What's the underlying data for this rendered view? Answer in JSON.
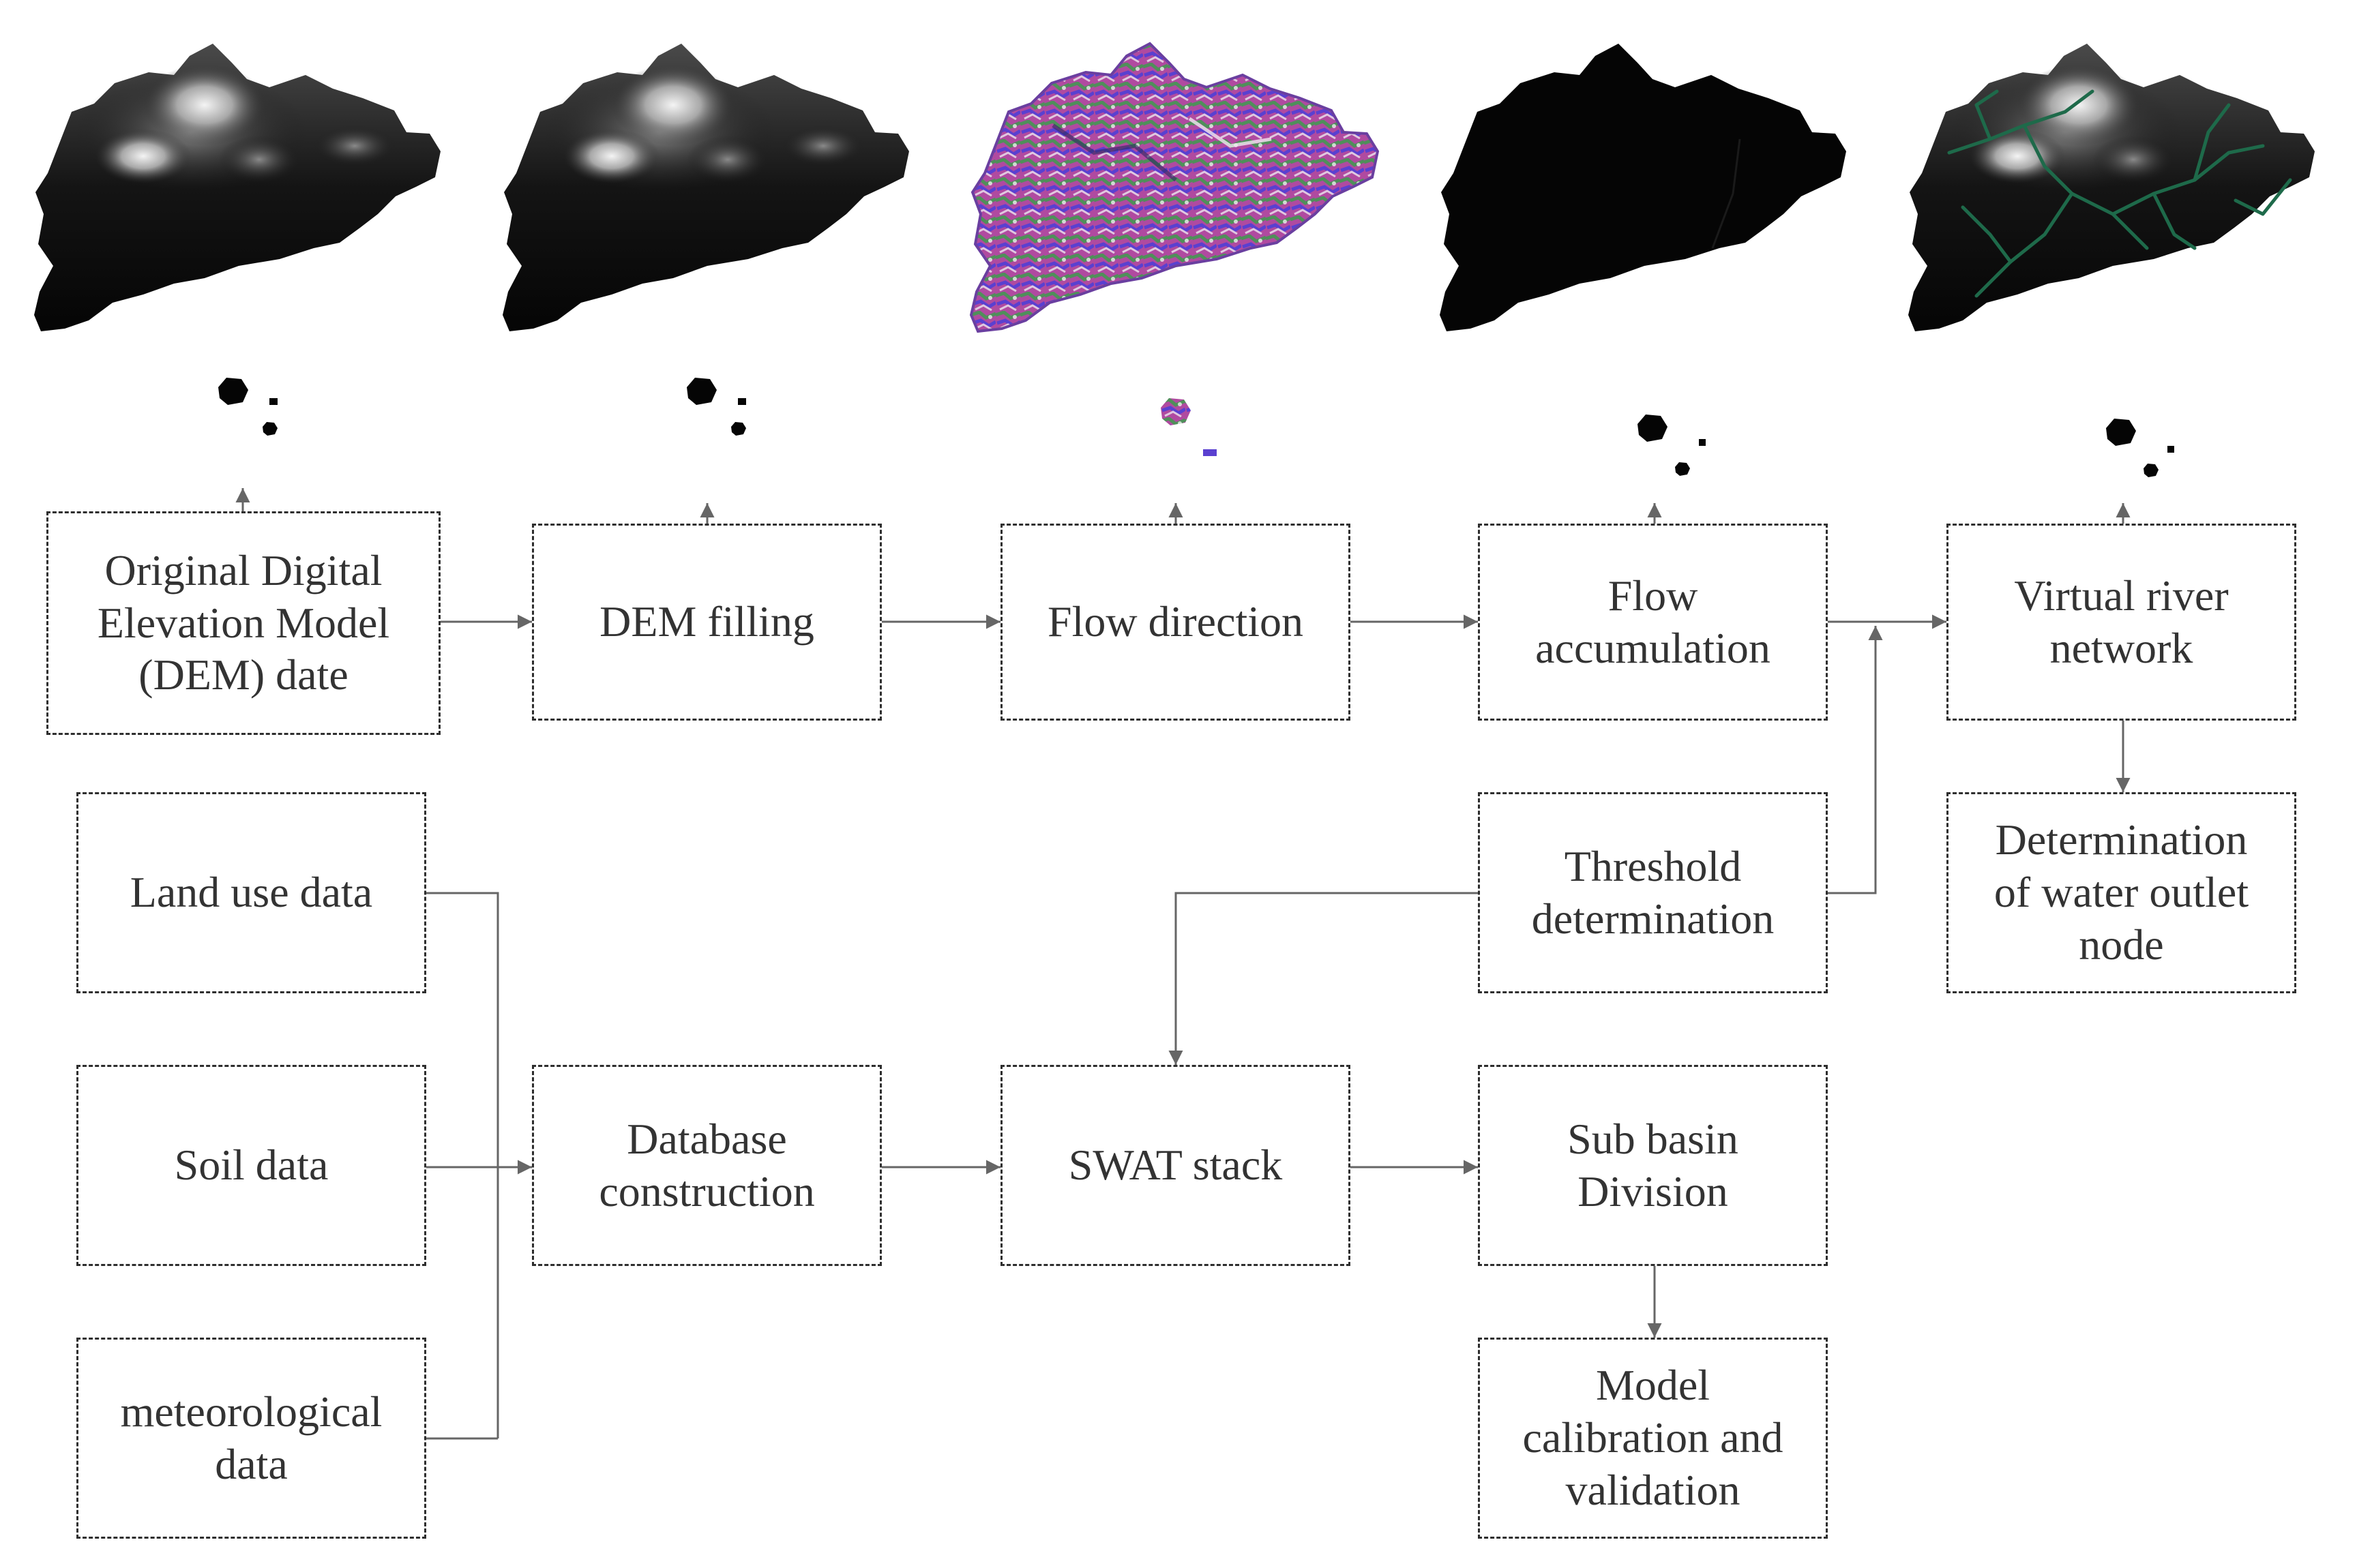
{
  "colors": {
    "box_border": "#2e2e2e",
    "text": "#333333",
    "arrow": "#666666",
    "map_dark": "#050505",
    "river": "#1e6a4a",
    "flow_magenta": "#b04aa0",
    "flow_green": "#4f8f5a",
    "flow_blue": "#5a40d0"
  },
  "maps": [
    {
      "name": "original-dem-map",
      "style": "grayscale-dem"
    },
    {
      "name": "filled-dem-map",
      "style": "grayscale-dem"
    },
    {
      "name": "flow-direction-map",
      "style": "colored-flow-direction"
    },
    {
      "name": "flow-accumulation-map",
      "style": "black-accumulation"
    },
    {
      "name": "river-network-map",
      "style": "dem-with-green-rivers"
    }
  ],
  "nodes": {
    "original_dem": "Original Digital Elevation Model (DEM) date",
    "dem_filling": "DEM filling",
    "flow_direction": "Flow direction",
    "flow_accumulation": "Flow accumulation",
    "virtual_river": "Virtual river network",
    "land_use": "Land use data",
    "threshold": "Threshold determination",
    "water_outlet": "Determination of water outlet node",
    "soil": "Soil data",
    "database": "Database construction",
    "swat": "SWAT stack",
    "sub_basin": "Sub basin Division",
    "meteorological": "meteorological data",
    "model_calibration": "Model calibration and validation"
  }
}
